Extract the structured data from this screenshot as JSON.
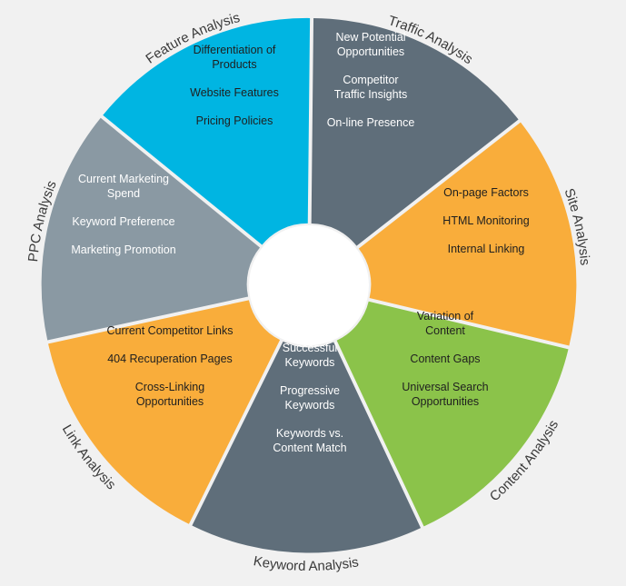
{
  "segments": [
    {
      "id": "traffic",
      "label": "Traffic Analysis",
      "color": "#5f6e7a",
      "text_color": "#ffffff",
      "items": [
        [
          "New Potential",
          "Opportunities"
        ],
        [
          "Competitor",
          "Traffic Insights"
        ],
        [
          "On-line Presence"
        ]
      ]
    },
    {
      "id": "site",
      "label": "Site Analysis",
      "color": "#f9ad3b",
      "text_color": "#1f1f1f",
      "items": [
        [
          "On-page Factors"
        ],
        [
          "HTML Monitoring"
        ],
        [
          "Internal Linking"
        ]
      ]
    },
    {
      "id": "content",
      "label": "Content Analysis",
      "color": "#8bc34a",
      "text_color": "#1f1f1f",
      "items": [
        [
          "Variation of",
          "Content"
        ],
        [
          "Content Gaps"
        ],
        [
          "Universal Search",
          "Opportunities"
        ]
      ]
    },
    {
      "id": "keyword",
      "label": "Keyword Analysis",
      "color": "#5f6e7a",
      "text_color": "#ffffff",
      "items": [
        [
          "Successful",
          "Keywords"
        ],
        [
          "Progressive",
          "Keywords"
        ],
        [
          "Keywords vs.",
          "Content Match"
        ]
      ]
    },
    {
      "id": "link",
      "label": "Link Analysis",
      "color": "#f9ad3b",
      "text_color": "#1f1f1f",
      "items": [
        [
          "Current Competitor Links"
        ],
        [
          "404 Recuperation Pages"
        ],
        [
          "Cross-Linking",
          "Opportunities"
        ]
      ]
    },
    {
      "id": "ppc",
      "label": "PPC Analysis",
      "color": "#8a99a3",
      "text_color": "#ffffff",
      "items": [
        [
          "Current Marketing",
          "Spend"
        ],
        [
          "Keyword Preference"
        ],
        [
          "Marketing Promotion"
        ]
      ]
    },
    {
      "id": "feature",
      "label": "Feature Analysis",
      "color": "#00b5e2",
      "text_color": "#1f1f1f",
      "items": [
        [
          "Differentiation of",
          "Products"
        ],
        [
          "Website Features"
        ],
        [
          "Pricing Policies"
        ]
      ]
    }
  ]
}
